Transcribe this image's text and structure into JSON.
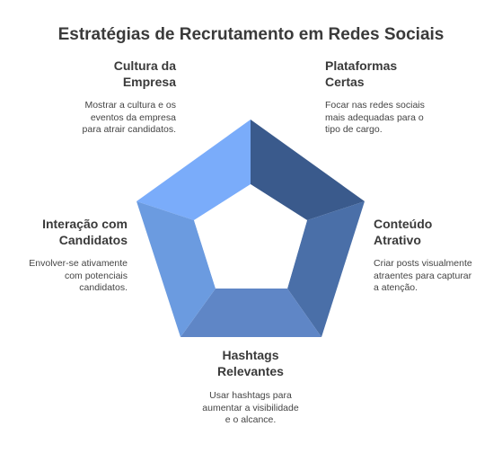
{
  "title": "Estratégias de Recrutamento em Redes Sociais",
  "segments": [
    {
      "id": "cultura",
      "label_line1": "Cultura da",
      "label_line2": "Empresa",
      "desc_line1": "Mostrar a cultura e os",
      "desc_line2": "eventos da empresa",
      "desc_line3": "para atrair candidatos.",
      "color": "#7aacfa"
    },
    {
      "id": "plataformas",
      "label_line1": "Plataformas",
      "label_line2": "Certas",
      "desc_line1": "Focar nas redes sociais",
      "desc_line2": "mais adequadas para o",
      "desc_line3": "tipo de cargo.",
      "color": "#3a5a8c"
    },
    {
      "id": "conteudo",
      "label_line1": "Conteúdo",
      "label_line2": "Atrativo",
      "desc_line1": "Criar posts visualmente",
      "desc_line2": "atraentes para capturar",
      "desc_line3": "a atenção.",
      "color": "#4a6fa8"
    },
    {
      "id": "hashtags",
      "label_line1": "Hashtags",
      "label_line2": "Relevantes",
      "desc_line1": "Usar hashtags para",
      "desc_line2": "aumentar a visibilidade",
      "desc_line3": "e o alcance.",
      "color": "#5f86c6"
    },
    {
      "id": "interacao",
      "label_line1": "Interação com",
      "label_line2": "Candidatos",
      "desc_line1": "Envolver-se ativamente",
      "desc_line2": "com potenciais",
      "desc_line3": "candidatos.",
      "color": "#6b9be0"
    }
  ]
}
